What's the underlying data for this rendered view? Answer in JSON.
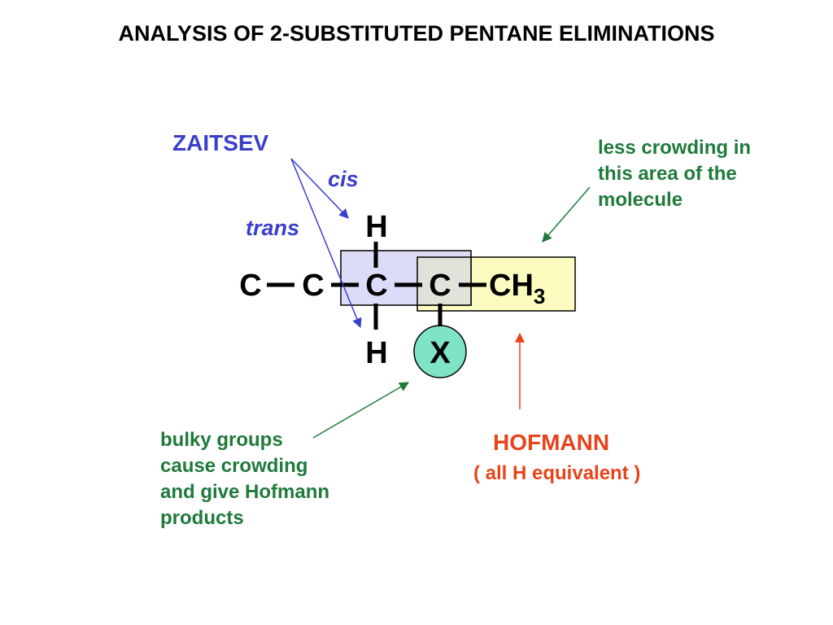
{
  "title": "ANALYSIS OF 2-SUBSTITUTED PENTANE ELIMINATIONS",
  "labels": {
    "zaitsev": "ZAITSEV",
    "cis": "cis",
    "trans": "trans",
    "hofmann": "HOFMANN",
    "hofmann_note": "( all H equivalent )",
    "less_crowding": [
      "less crowding in",
      "this area of the",
      "molecule"
    ],
    "bulky_groups": [
      "bulky groups",
      "cause crowding",
      "and give Hofmann",
      "products"
    ]
  },
  "molecule": {
    "chain": [
      "C",
      "C",
      "C",
      "C"
    ],
    "methyl": "CH",
    "methyl_subscript": "3",
    "h_top": "H",
    "h_bottom": "H",
    "substituent": "X"
  },
  "colors": {
    "zaitsev": "#3a3fc9",
    "hofmann": "#e8431a",
    "notes": "#1f7a3a",
    "blue_box": "#dcdcf8",
    "yellow_box": "#fdfcc0",
    "overlap_box": "#e2e2da",
    "x_circle": "#7fe3c8"
  }
}
